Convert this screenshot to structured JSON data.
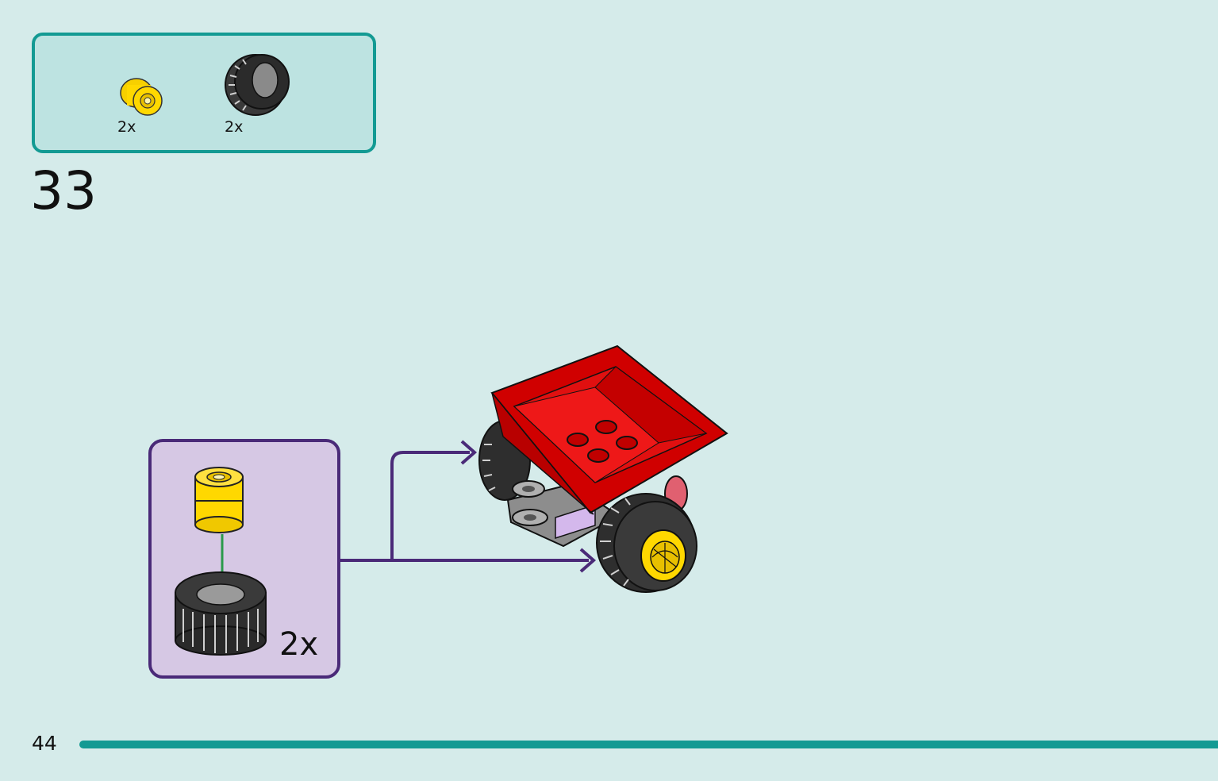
{
  "parts_list": {
    "items": [
      {
        "name": "yellow-wheel-rim",
        "quantity": "2x"
      },
      {
        "name": "black-tire",
        "quantity": "2x"
      }
    ]
  },
  "step": {
    "number": "33"
  },
  "sub_assembly": {
    "quantity": "2x"
  },
  "page": {
    "number": "44"
  },
  "colors": {
    "background": "#d5ebea",
    "accent_teal": "#139a93",
    "sub_assembly_purple": "#4a2a78",
    "brick_red": "#e01010",
    "rim_yellow": "#ffd800",
    "arrow_green": "#2a9a4a"
  }
}
